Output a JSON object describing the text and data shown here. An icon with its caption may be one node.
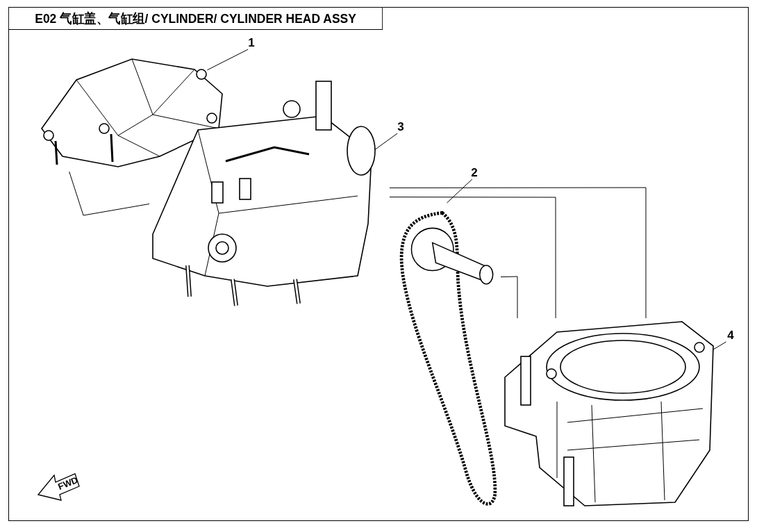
{
  "diagram": {
    "title": "E02 气缸盖、气缸组/ CYLINDER/ CYLINDER HEAD ASSY",
    "nodes": [
      {
        "text": [
          "1"
        ]
      },
      {
        "text": [],
        "shape": "picture"
      },
      {
        "text": [
          "3"
        ]
      },
      {
        "text": [],
        "shape": "picture"
      },
      {
        "text": [
          "2"
        ]
      },
      {
        "text": [],
        "shape": "picture"
      },
      {
        "text": [
          "4"
        ]
      },
      {
        "text": [],
        "shape": "picture"
      }
    ],
    "edges": [
      {
        "from": 0,
        "to": 1,
        "arrow": "none"
      },
      {
        "from": 2,
        "to": 3,
        "arrow": "none"
      },
      {
        "from": 4,
        "to": 5,
        "arrow": "none"
      },
      {
        "from": 6,
        "to": 7,
        "arrow": "none"
      },
      {
        "from": 1,
        "to": 3,
        "arrow": "none"
      },
      {
        "from": 3,
        "to": 7,
        "arrow": "none"
      },
      {
        "from": 3,
        "to": 7,
        "arrow": "none"
      },
      {
        "from": 5,
        "to": 7,
        "arrow": "none"
      }
    ],
    "labels": [
      "FWD"
    ]
  }
}
